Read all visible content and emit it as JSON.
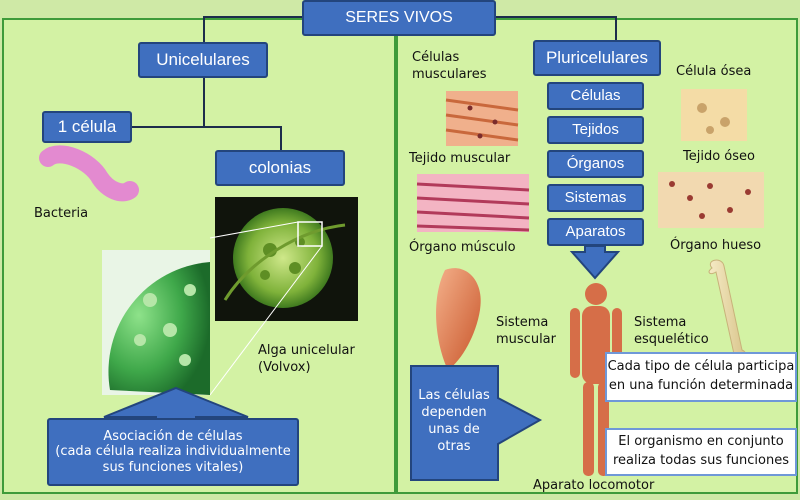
{
  "title": "SERES VIVOS",
  "left": {
    "heading": "Unicelulares",
    "one_cell": "1 célula",
    "colonies": "colonias",
    "bacteria_label": "Bacteria",
    "alga_label": "Alga unicelular\n(Volvox)",
    "association_label": "Asociación de células\n(cada célula realiza individualmente\nsus funciones vitales)"
  },
  "right": {
    "heading": "Pluricelulares",
    "levels": [
      "Células",
      "Tejidos",
      "Órganos",
      "Sistemas",
      "Aparatos"
    ],
    "muscle_cells_label": "Células\nmusculares",
    "muscle_tissue_label": "Tejido muscular",
    "muscle_organ_label": "Órgano músculo",
    "muscular_system_label": "Sistema\nmuscular",
    "bone_cell_label": "Célula ósea",
    "bone_tissue_label": "Tejido óseo",
    "bone_organ_label": "Órgano hueso",
    "skeletal_system_label": "Sistema\nesquelético",
    "cells_depend_label": "Las células\ndependen\nunas de\notras",
    "note_cell_type": "Cada tipo de célula participa\nen una función determinada",
    "note_organism": "El organismo en conjunto\nrealiza todas sus funciones",
    "locomotor_label": "Aparato locomotor"
  },
  "colors": {
    "box_fill": "#3f6fbf",
    "box_border": "#23457d",
    "panel_fill": "#d3f2a4",
    "panel_border": "#3f9b3a",
    "background": "#cfe9a6"
  }
}
